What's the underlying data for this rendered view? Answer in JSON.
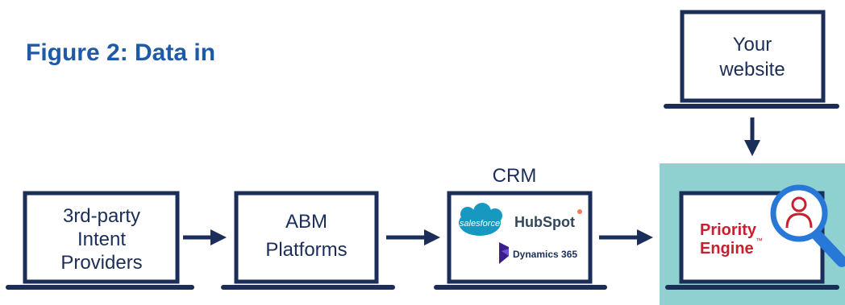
{
  "figure": {
    "title": "Figure 2: Data in"
  },
  "colors": {
    "navy": "#1b2e59",
    "title_blue": "#1e5aa8",
    "accent_red": "#c8202f",
    "highlight_bg": "#8ed1d0",
    "magnifier_blue": "#2878d8",
    "salesforce_blue": "#1798c1",
    "hubspot_orange": "#ff7a59",
    "dynamics_purple": "#3b1e8a"
  },
  "nodes": {
    "intent": {
      "line1": "3rd-party",
      "line2": "Intent",
      "line3": "Providers"
    },
    "abm": {
      "line1": "ABM",
      "line2": "Platforms"
    },
    "crm": {
      "label": "CRM",
      "logos": {
        "salesforce": "salesforce",
        "hubspot": "HubSpot",
        "dynamics": "Dynamics 365"
      }
    },
    "website": {
      "line1": "Your",
      "line2": "website"
    },
    "priority_engine": {
      "line1": "Priority",
      "line2": "Engine",
      "trademark": "™",
      "icon": "person-magnifier-icon"
    }
  },
  "edges": [
    {
      "from": "intent",
      "to": "abm"
    },
    {
      "from": "abm",
      "to": "crm"
    },
    {
      "from": "crm",
      "to": "priority_engine"
    },
    {
      "from": "website",
      "to": "priority_engine"
    }
  ]
}
